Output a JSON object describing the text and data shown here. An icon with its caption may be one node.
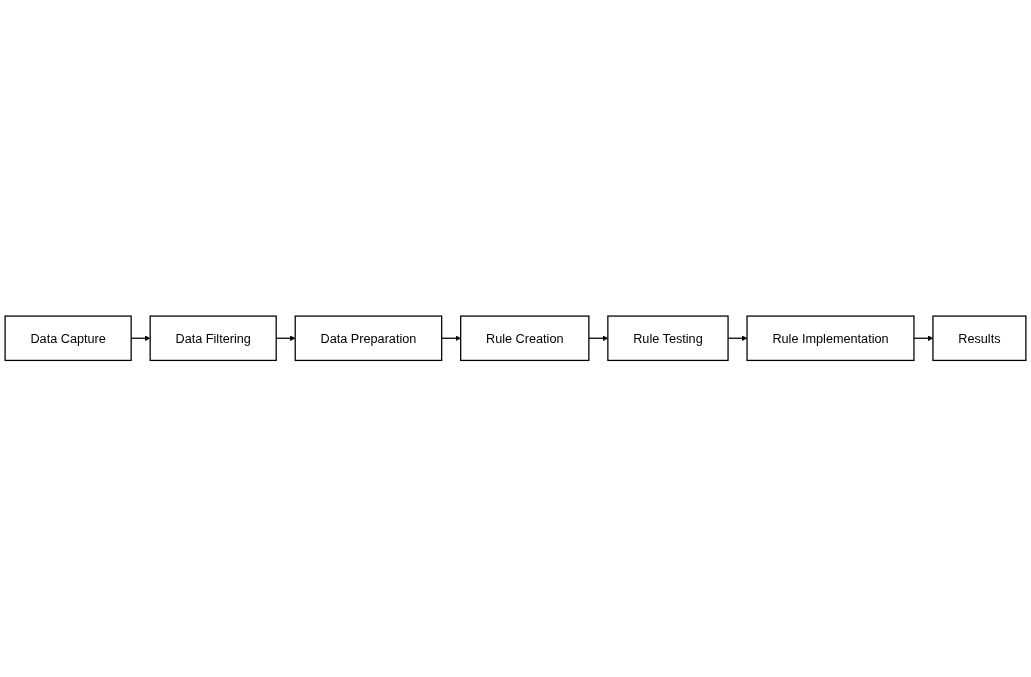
{
  "diagram": {
    "nodes": [
      {
        "text": [
          "Data Capture"
        ]
      },
      {
        "text": [
          "Data Filtering"
        ]
      },
      {
        "text": [
          "Data Preparation"
        ]
      },
      {
        "text": [
          "Rule Creation"
        ]
      },
      {
        "text": [
          "Rule Testing"
        ]
      },
      {
        "text": [
          "Rule Implementation"
        ]
      },
      {
        "text": [
          "Results"
        ]
      }
    ],
    "edges": [
      {
        "from": 0,
        "to": 1,
        "arrow": "to"
      },
      {
        "from": 1,
        "to": 2,
        "arrow": "to"
      },
      {
        "from": 2,
        "to": 3,
        "arrow": "to"
      },
      {
        "from": 3,
        "to": 4,
        "arrow": "to"
      },
      {
        "from": 4,
        "to": 5,
        "arrow": "to"
      },
      {
        "from": 5,
        "to": 6,
        "arrow": "to"
      }
    ]
  }
}
